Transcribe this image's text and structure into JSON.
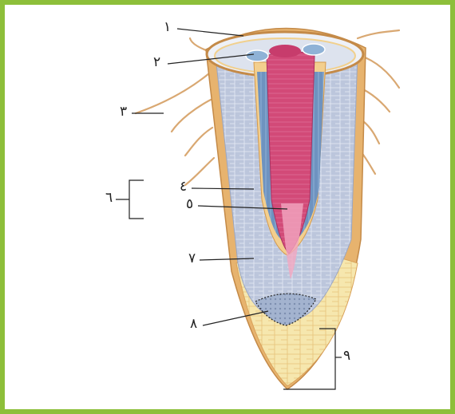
{
  "labels": {
    "l1": "١",
    "l2": "٢",
    "l3": "٣",
    "l4": "٤",
    "l5": "٥",
    "l6": "٦",
    "l7": "٧",
    "l8": "٨",
    "l9": "٩"
  },
  "colors": {
    "frame": "#8dbf3a",
    "epidermis": "#e7b36e",
    "cortex": "#bcc6dc",
    "vascular_pink": "#d24a78",
    "phloem_blue": "#6e93c0",
    "root_cap": "#f6e7ae",
    "root_hair": "#d9a872"
  }
}
